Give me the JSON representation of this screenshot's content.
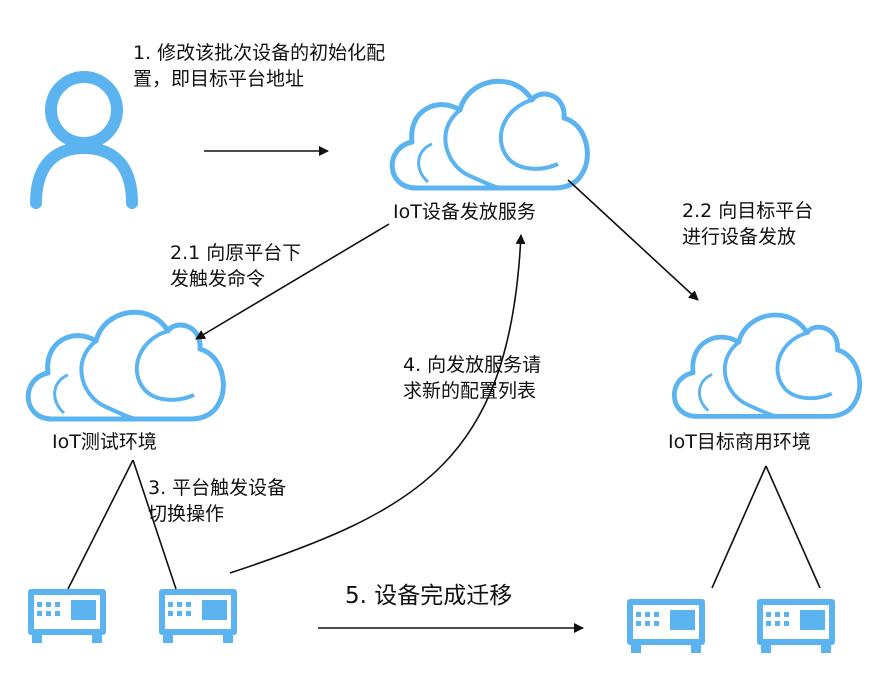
{
  "nodes": {
    "user": "",
    "service": "IoT设备发放服务",
    "test_env": "IoT测试环境",
    "target_env": "IoT目标商用环境"
  },
  "steps": {
    "s1": "1. 修改该批次设备的初始化配\n置，即目标平台地址",
    "s21": "2.1 向原平台下\n发触发命令",
    "s22": "2.2 向目标平台\n进行设备发放",
    "s3": "3. 平台触发设备\n切换操作",
    "s4": "4. 向发放服务请\n求新的配置列表",
    "s5": "5. 设备完成迁移"
  },
  "colors": {
    "icon_blue": "#5bb3f0",
    "line": "#111111"
  }
}
